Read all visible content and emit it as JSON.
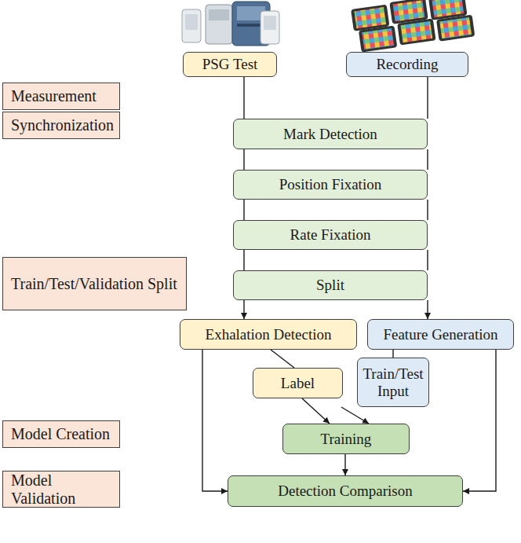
{
  "diagram": {
    "nodes": [
      {
        "text": [
          "Measurement"
        ]
      },
      {
        "text": [
          "Synchronization"
        ]
      },
      {
        "text": [
          "Train/Test/Validation Split"
        ]
      },
      {
        "text": [
          "Model Creation"
        ]
      },
      {
        "text": [
          "Model Validation"
        ]
      },
      {
        "text": [
          "PSG Test"
        ]
      },
      {
        "text": [
          "Recording"
        ]
      },
      {
        "text": [
          "Mark Detection"
        ]
      },
      {
        "text": [
          "Position Fixation"
        ]
      },
      {
        "text": [
          "Rate Fixation"
        ]
      },
      {
        "text": [
          "Split"
        ]
      },
      {
        "text": [
          "Exhalation Detection"
        ]
      },
      {
        "text": [
          "Feature Generation"
        ]
      },
      {
        "text": [
          "Label"
        ]
      },
      {
        "text": [
          "Train/Test Input"
        ]
      },
      {
        "text": [
          "Training"
        ]
      },
      {
        "text": [
          "Detection Comparison"
        ]
      }
    ],
    "edges": [
      {
        "from": 5,
        "to": 7,
        "arrow": "none"
      },
      {
        "from": 6,
        "to": 7,
        "arrow": "none"
      },
      {
        "from": 7,
        "to": 8,
        "arrow": "none"
      },
      {
        "from": 8,
        "to": 9,
        "arrow": "none"
      },
      {
        "from": 9,
        "to": 10,
        "arrow": "none"
      },
      {
        "from": 10,
        "to": 11,
        "arrow": "to"
      },
      {
        "from": 10,
        "to": 12,
        "arrow": "to"
      },
      {
        "from": 11,
        "to": 13,
        "arrow": "none"
      },
      {
        "from": 13,
        "to": 15,
        "arrow": "to"
      },
      {
        "from": 12,
        "to": 14,
        "arrow": "none"
      },
      {
        "from": 14,
        "to": 15,
        "arrow": "to"
      },
      {
        "from": 15,
        "to": 16,
        "arrow": "to"
      },
      {
        "from": 11,
        "to": 16,
        "arrow": "to"
      },
      {
        "from": 12,
        "to": 16,
        "arrow": "to"
      }
    ]
  }
}
